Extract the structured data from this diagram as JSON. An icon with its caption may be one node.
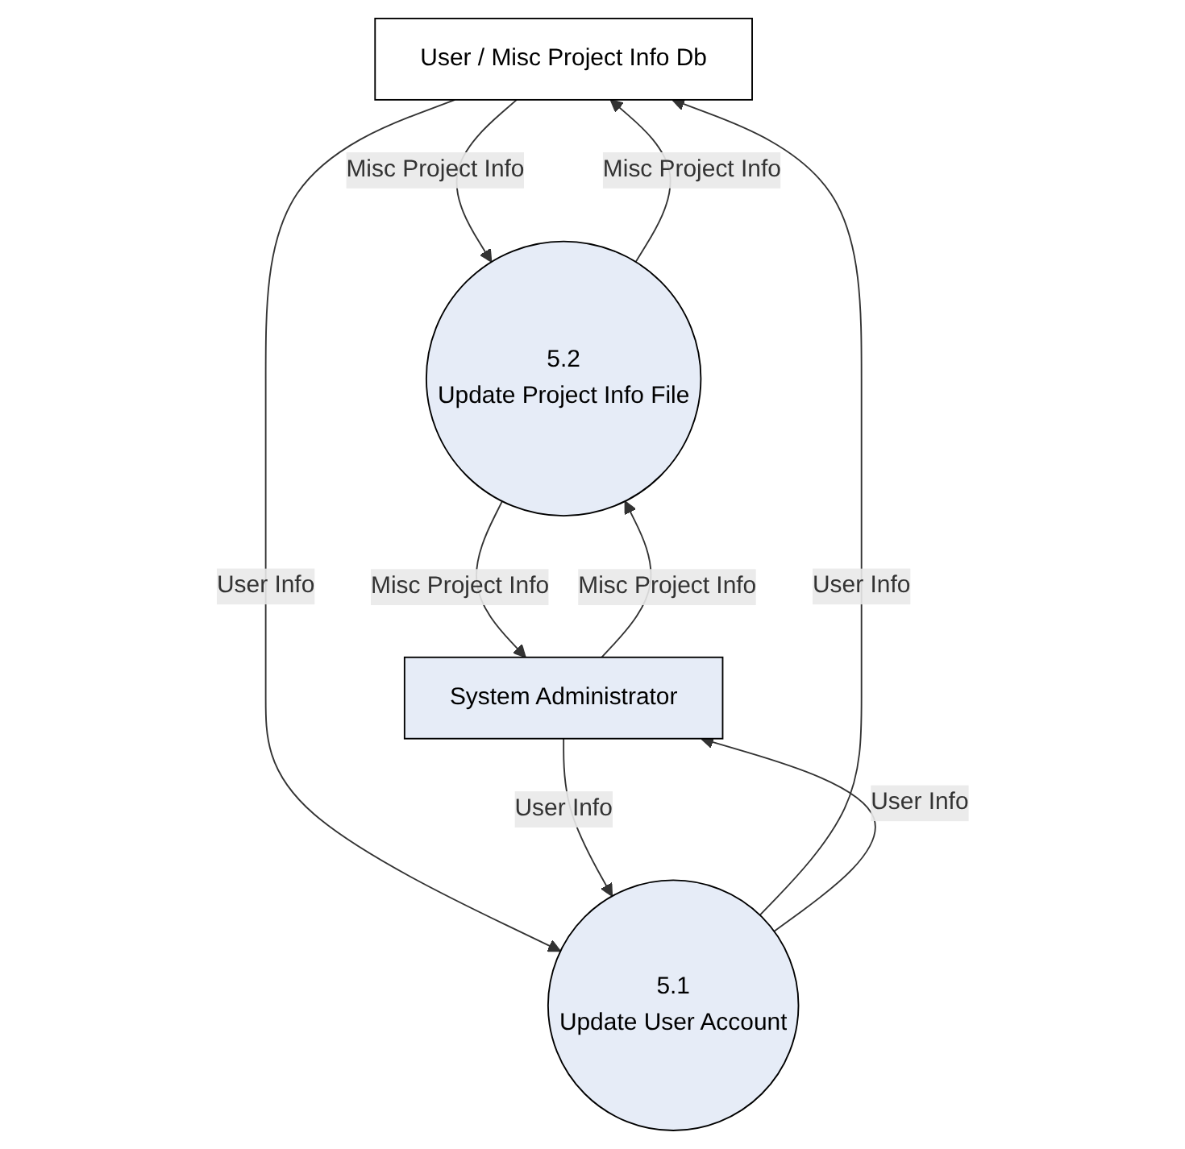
{
  "diagram": {
    "nodes": [
      {
        "text": [
          "User / Misc Project Info Db"
        ]
      },
      {
        "text": [
          "5.1",
          "Update User Account"
        ]
      },
      {
        "text": [
          "5.2",
          "Update Project Info File"
        ]
      },
      {
        "text": [
          "System Administrator"
        ]
      }
    ],
    "edges": [
      {
        "from": 1,
        "to": 0,
        "arrow": "to",
        "label": "User Info"
      },
      {
        "from": 0,
        "to": 2,
        "arrow": "to",
        "label": "Misc Project Info"
      },
      {
        "from": 0,
        "to": 1,
        "arrow": "to",
        "label": "User Info"
      },
      {
        "from": 2,
        "to": 0,
        "arrow": "to",
        "label": "Misc Project Info"
      },
      {
        "from": 1,
        "to": 3,
        "arrow": "to",
        "label": "User Info"
      },
      {
        "from": 3,
        "to": 2,
        "arrow": "to",
        "label": "Misc Project Info"
      },
      {
        "from": 3,
        "to": 1,
        "arrow": "to",
        "label": "User Info"
      },
      {
        "from": 2,
        "to": 3,
        "arrow": "to",
        "label": "Misc Project Info"
      }
    ]
  }
}
